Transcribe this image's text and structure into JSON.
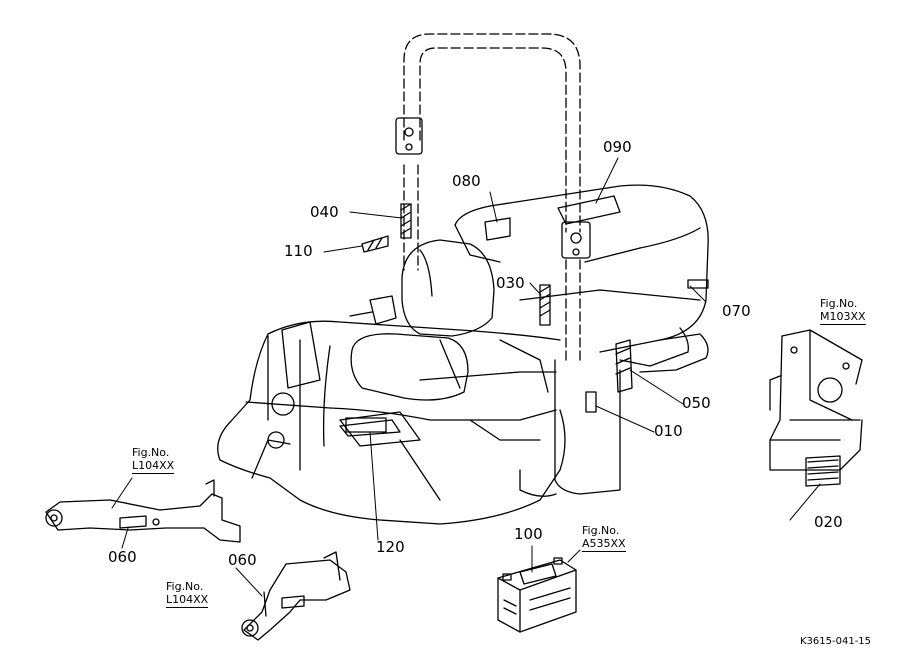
{
  "callouts": {
    "c010": "010",
    "c020": "020",
    "c030": "030",
    "c040": "040",
    "c050": "050",
    "c060a": "060",
    "c060b": "060",
    "c070": "070",
    "c080": "080",
    "c090": "090",
    "c100": "100",
    "c110": "110",
    "c120": "120"
  },
  "figure_refs": {
    "m103": {
      "label": "Fig.No.",
      "ref": "M103XX"
    },
    "l104a": {
      "label": "Fig.No.",
      "ref": "L104XX"
    },
    "a535": {
      "label": "Fig.No.",
      "ref": "A535XX"
    },
    "l104b": {
      "label": "Fig.No.",
      "ref": "L104XX"
    }
  },
  "drawing_code": "K3615-041-15"
}
